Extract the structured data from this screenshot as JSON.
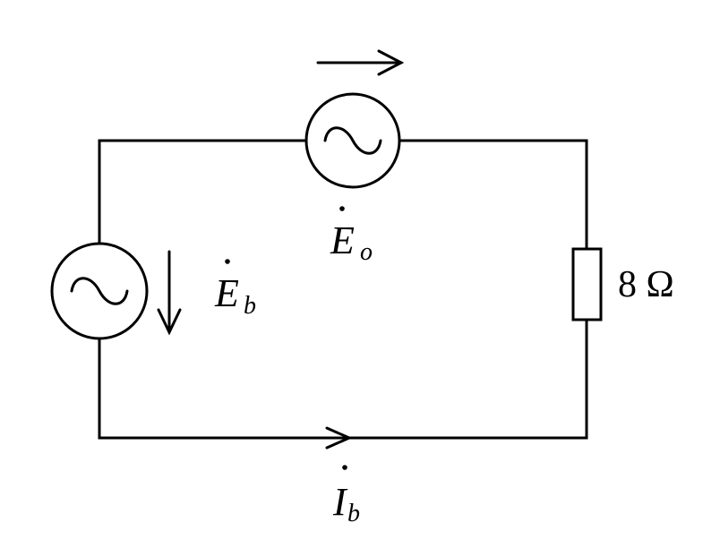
{
  "sources": {
    "top": {
      "symbol": "E",
      "subscript": "o"
    },
    "left": {
      "symbol": "E",
      "subscript": "b"
    }
  },
  "current": {
    "symbol": "I",
    "subscript": "b"
  },
  "resistor": {
    "value": "8 Ω"
  }
}
